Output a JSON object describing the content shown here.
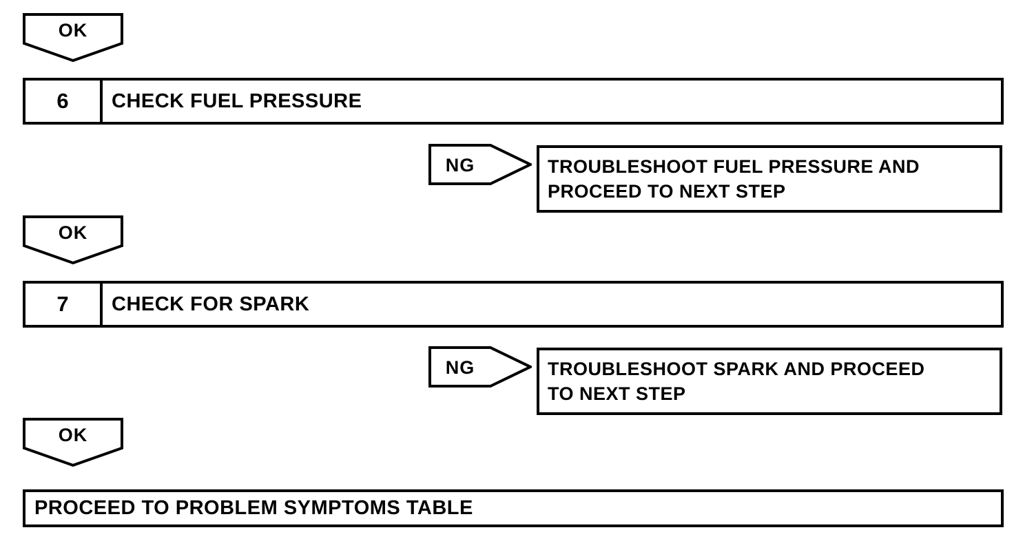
{
  "page": {
    "background_color": "#ffffff",
    "line_color": "#000000"
  },
  "flowchart": {
    "connector_ok_label": "OK",
    "connector_ng_label": "NG",
    "steps": [
      {
        "number": "6",
        "title": "CHECK FUEL PRESSURE",
        "ng_action": "TROUBLESHOOT FUEL PRESSURE AND\nPROCEED TO NEXT STEP"
      },
      {
        "number": "7",
        "title": "CHECK FOR SPARK",
        "ng_action": "TROUBLESHOOT SPARK AND PROCEED\nTO NEXT STEP"
      }
    ],
    "final_action": "PROCEED TO PROBLEM SYMPTOMS TABLE"
  }
}
